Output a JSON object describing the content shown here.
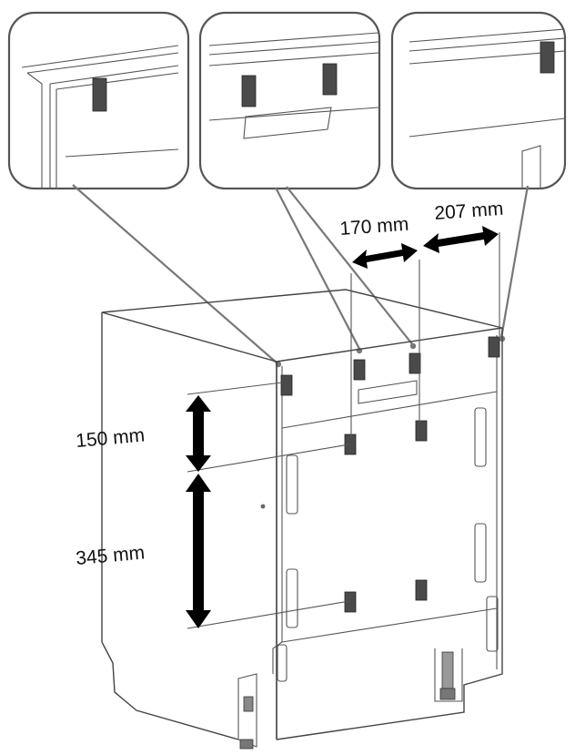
{
  "dimensions": {
    "top_left": "170 mm",
    "top_right": "207 mm",
    "side_upper": "150 mm",
    "side_lower": "345 mm"
  },
  "colors": {
    "outline": "#444444",
    "leader": "#777777",
    "pad": "#4a4a4a",
    "arrow": "#000000"
  },
  "icons": {
    "pad": "adhesive-pad-icon",
    "arrow": "double-arrow-icon"
  }
}
